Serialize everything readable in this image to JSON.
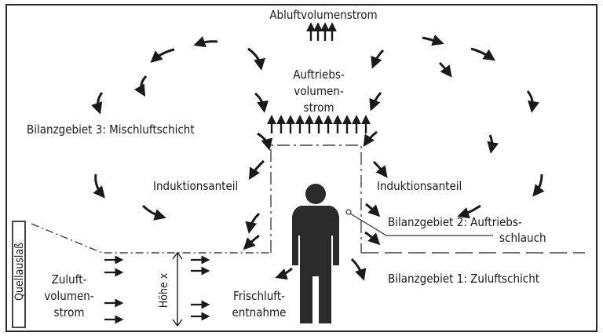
{
  "labels": {
    "exhaust_flow": "Abluftvolumenstrom",
    "buoyancy_flow_1": "Auftriebs-",
    "buoyancy_flow_2": "volumen-",
    "buoyancy_flow_3": "strom",
    "zone3": "Bilanzgebiet 3: Mischluftschicht",
    "induction_left": "Induktionsanteil",
    "induction_right": "Induktionsanteil",
    "zone2_1": "Bilanzgebiet 2: Auftriebs-",
    "zone2_2": "schlauch",
    "zone1": "Bilanzgebiet 1: Zuluftschicht",
    "source_outlet": "Quellauslaß",
    "supply_flow_1": "Zuluft-",
    "supply_flow_2": "volumen-",
    "supply_flow_3": "strom",
    "height": "Höhe x",
    "fresh_air_1": "Frischluft-",
    "fresh_air_2": "entnahme"
  },
  "colors": {
    "ink": "#1a1a1a",
    "frame": "#2a2a2a",
    "figure": "#2b2b2b"
  },
  "icons": {
    "flow_arrow": "up-arrow",
    "supply_arrow": "right-arrow",
    "circulation_arrow": "curved-arrow",
    "person": "person-silhouette"
  }
}
